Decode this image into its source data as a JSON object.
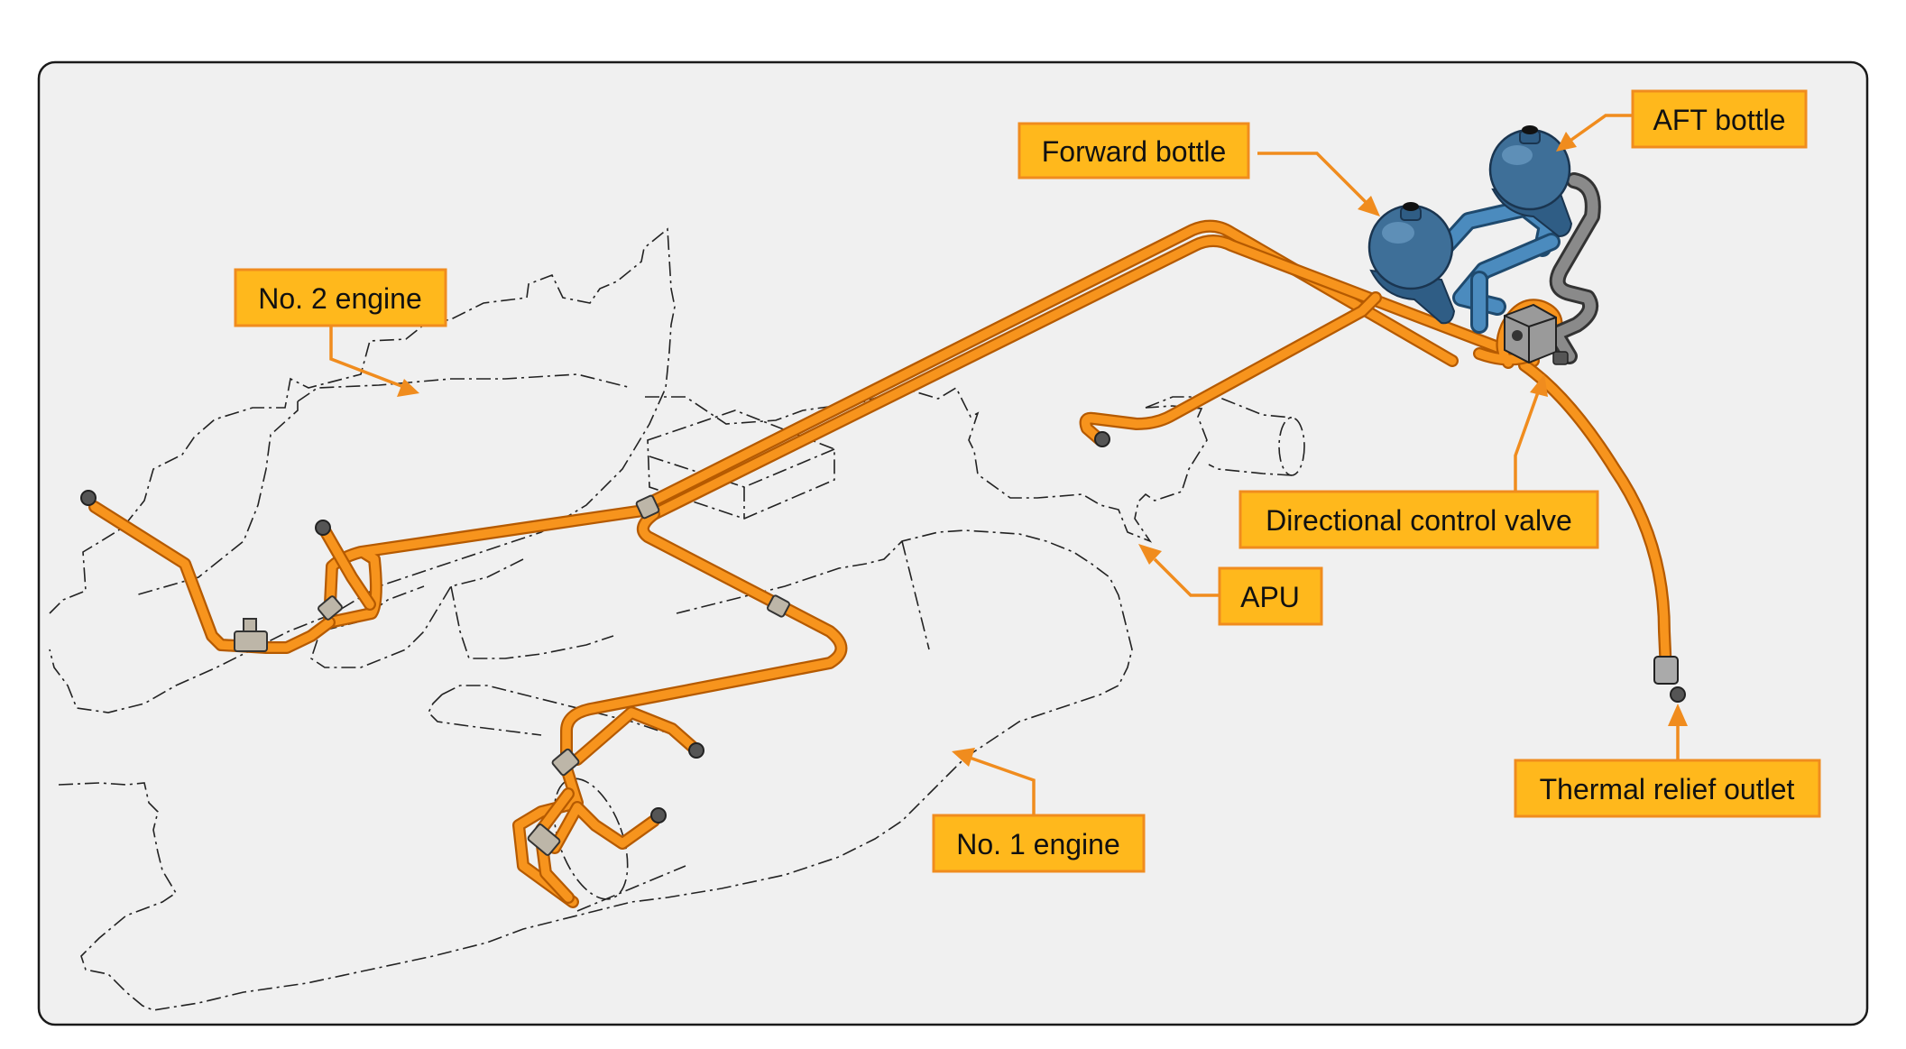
{
  "colors": {
    "panel_background": "#F0F0F0",
    "panel_border": "#1A1A1A",
    "tubing": "#F7941D",
    "label_fill": "#FFB81C",
    "label_border": "#F08C1E",
    "bottle": "#3E6F98",
    "outline": "#222222"
  },
  "labels": {
    "forward_bottle": "Forward bottle",
    "aft_bottle": "AFT bottle",
    "no2_engine": "No. 2 engine",
    "directional_control_valve": "Directional control valve",
    "apu": "APU",
    "thermal_relief_outlet": "Thermal relief outlet",
    "no1_engine": "No. 1 engine"
  }
}
